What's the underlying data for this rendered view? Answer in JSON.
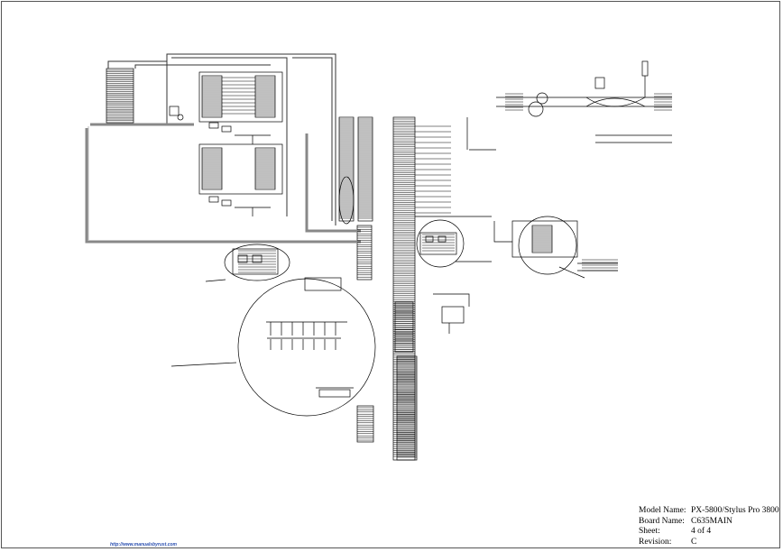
{
  "title_block": {
    "model_name_label": "Model Name:",
    "model_name_value": "PX-5800/Stylus Pro 3800",
    "board_name_label": "Board Name:",
    "board_name_value": "C635MAIN",
    "sheet_label": "Sheet:",
    "sheet_value": "4 of 4",
    "revision_label": "Revision:",
    "revision_value": "C"
  },
  "footer": {
    "website": "http://www.manualsbyrust.com"
  },
  "colors": {
    "ink": "#000000",
    "bus": "#8a8a8a",
    "footer_link": "#2a4fb0"
  }
}
